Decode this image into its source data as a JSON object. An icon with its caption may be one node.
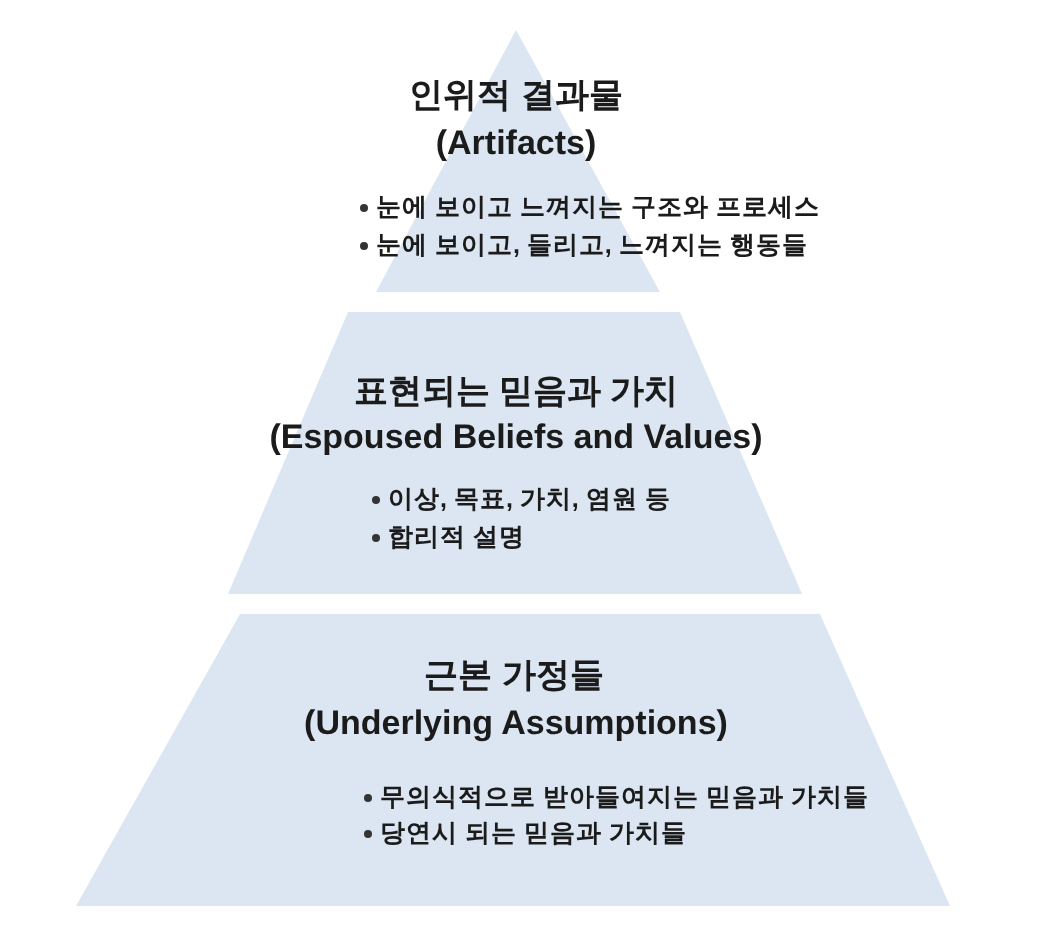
{
  "diagram": {
    "nodes": [
      {
        "text": [
          "인위적 결과물",
          "(Artifacts)",
          "눈에 보이고 느껴지는 구조와 프로세스",
          "눈에 보이고, 들리고, 느껴지는 행동들"
        ]
      },
      {
        "text": [
          "표현되는 믿음과 가치",
          "(Espoused Beliefs and Values)",
          "이상, 목표, 가치, 염원 등",
          "합리적 설명"
        ]
      },
      {
        "text": [
          "근본 가정들",
          "(Underlying Assumptions)",
          "무의식적으로 받아들여지는 믿음과 가치들",
          "당연시 되는 믿음과 가치들"
        ]
      }
    ]
  }
}
